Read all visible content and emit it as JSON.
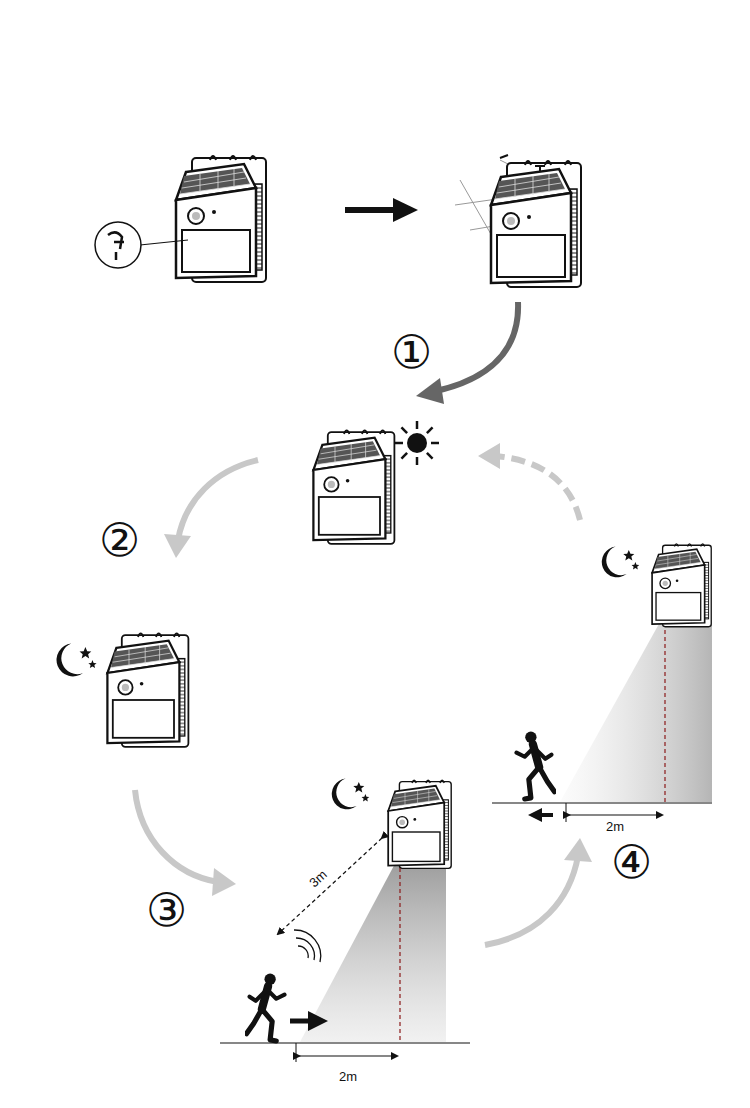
{
  "diagram": {
    "labels": [
      "①",
      "②",
      "③",
      "④",
      "3m",
      "2m",
      "2m"
    ]
  }
}
